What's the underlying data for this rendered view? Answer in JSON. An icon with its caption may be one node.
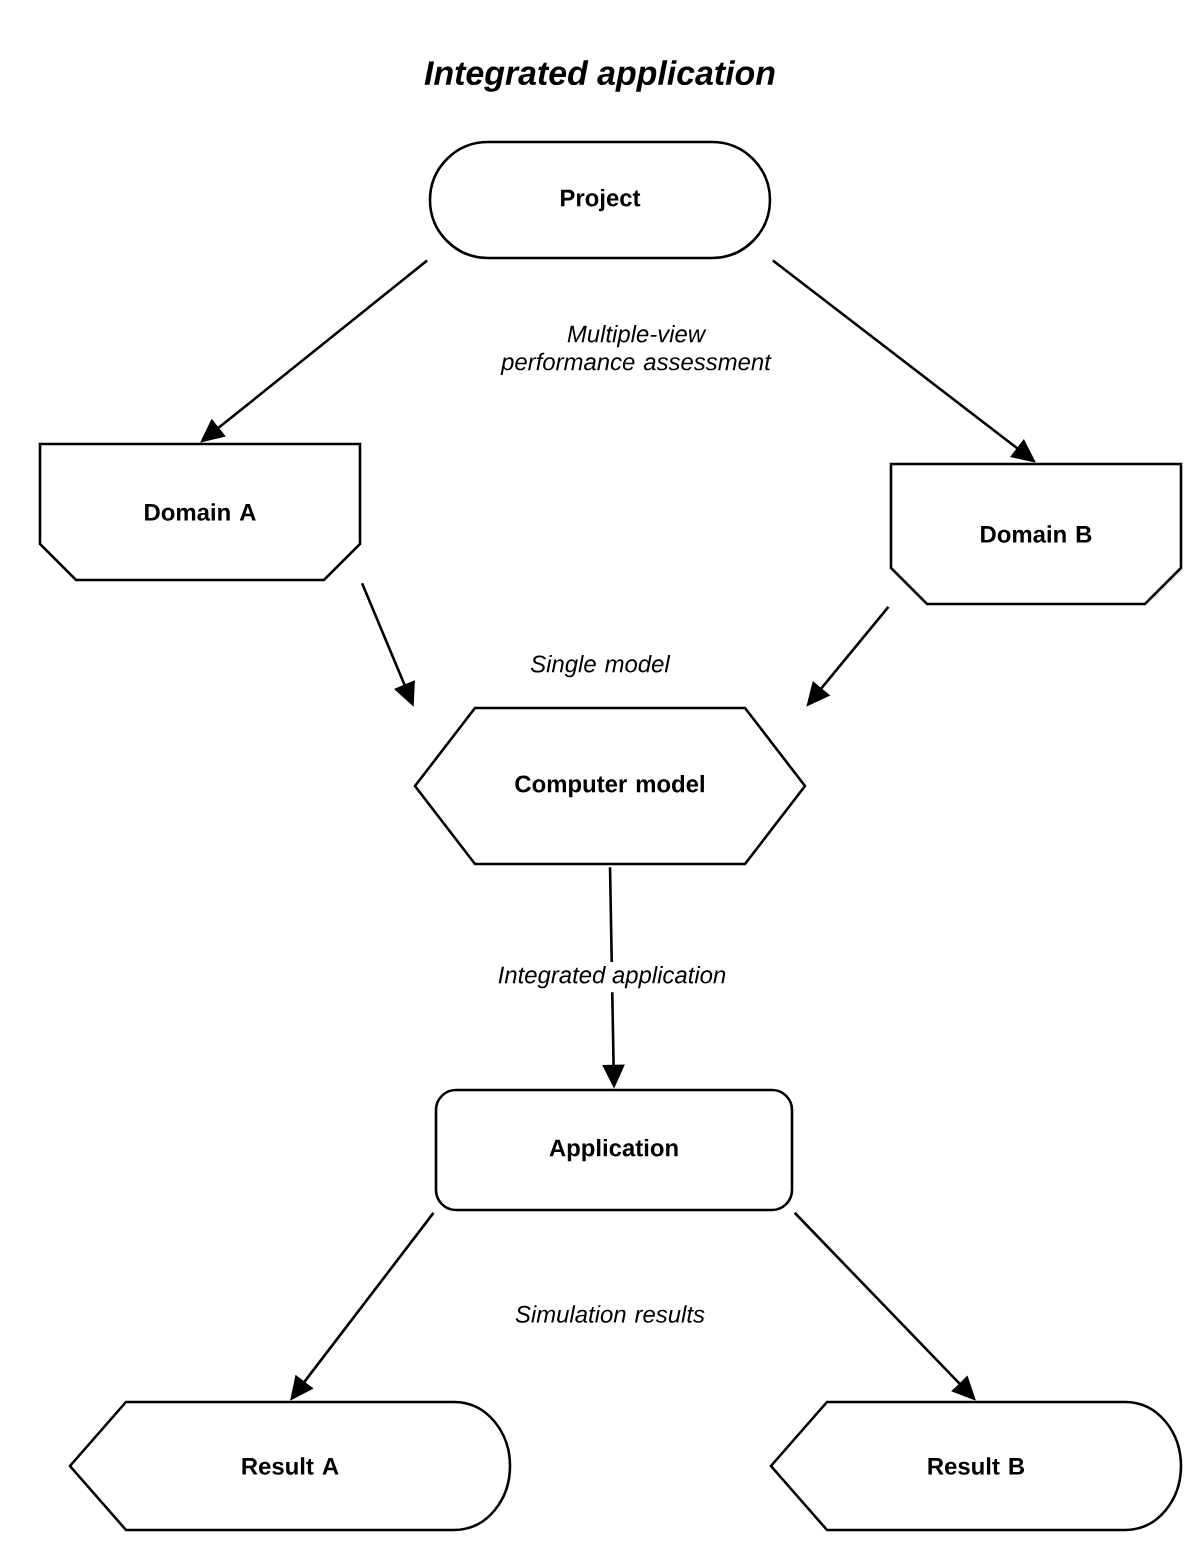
{
  "diagram": {
    "title": "Integrated application",
    "nodes": [
      {
        "text": [
          "Project"
        ]
      },
      {
        "text": [
          "Domain A"
        ]
      },
      {
        "text": [
          "Domain B"
        ]
      },
      {
        "text": [
          "Computer model"
        ]
      },
      {
        "text": [
          "Application"
        ]
      },
      {
        "text": [
          "Result A"
        ]
      },
      {
        "text": [
          "Result B"
        ]
      }
    ],
    "edges": [
      {
        "from": 0,
        "to": 1,
        "arrow": "to"
      },
      {
        "from": 0,
        "to": 2,
        "arrow": "to"
      },
      {
        "from": 1,
        "to": 3,
        "arrow": "to"
      },
      {
        "from": 2,
        "to": 3,
        "arrow": "to"
      },
      {
        "from": 3,
        "to": 4,
        "arrow": "to",
        "label": "Integrated application"
      },
      {
        "from": 4,
        "to": 5,
        "arrow": "to"
      },
      {
        "from": 4,
        "to": 6,
        "arrow": "to"
      }
    ],
    "labels": [
      "Multiple-view performance assessment",
      "Single model",
      "Simulation results"
    ]
  }
}
